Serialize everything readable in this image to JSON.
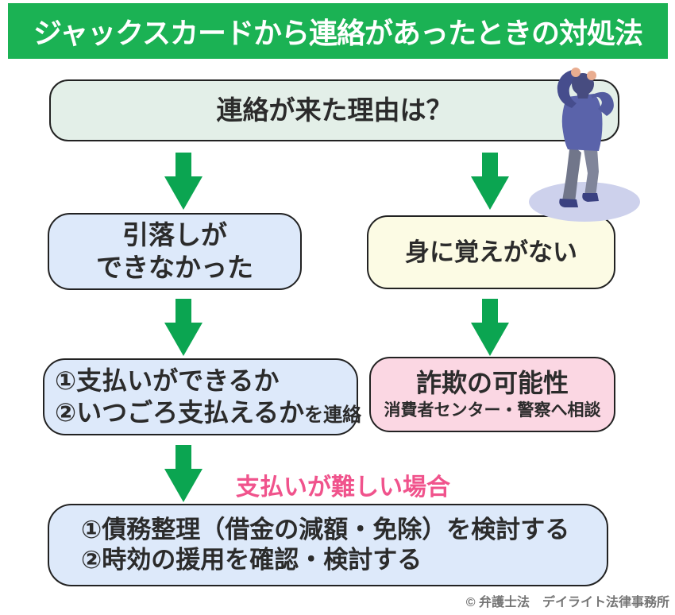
{
  "title_bar": {
    "text": "ジャックスカードから連絡があったときの対処法"
  },
  "flow": {
    "question": {
      "text": "連絡が来た理由は？"
    },
    "left": {
      "reason": {
        "line1": "引落しが",
        "line2": "できなかった"
      },
      "action": {
        "line1": "①支払いができるか",
        "line2_main": "②いつごろ支払えるか",
        "line2_suffix": "を連絡"
      },
      "condition": {
        "text": "支払いが難しい場合"
      },
      "result": {
        "line1": "①債務整理（借金の減額・免除）を検討する",
        "line2": "②時効の援用を確認・検討する"
      }
    },
    "right": {
      "reason": {
        "text": "身に覚えがない"
      },
      "action": {
        "line1": "詐欺の可能性",
        "line2": "消費者センター・警察へ相談"
      }
    }
  },
  "illustration": {
    "name": "worried-person-holding-head"
  },
  "footer": {
    "copyright": "© 弁護士法　デイライト法律事務所"
  },
  "colors": {
    "header_green": "#1bb254",
    "arrow_green": "#0ba551",
    "box_blue": "#dde9fa",
    "box_green_gray": "#e3efe8",
    "box_yellow": "#fcfbe4",
    "box_pink": "#fbd7e3",
    "accent_pink_text": "#f0538c",
    "border_dark": "#222222",
    "text_dark": "#2b2b2b",
    "footer_gray": "#757575",
    "person_sweater": "#5a63aa",
    "person_shadow": "#cdd1ec"
  }
}
